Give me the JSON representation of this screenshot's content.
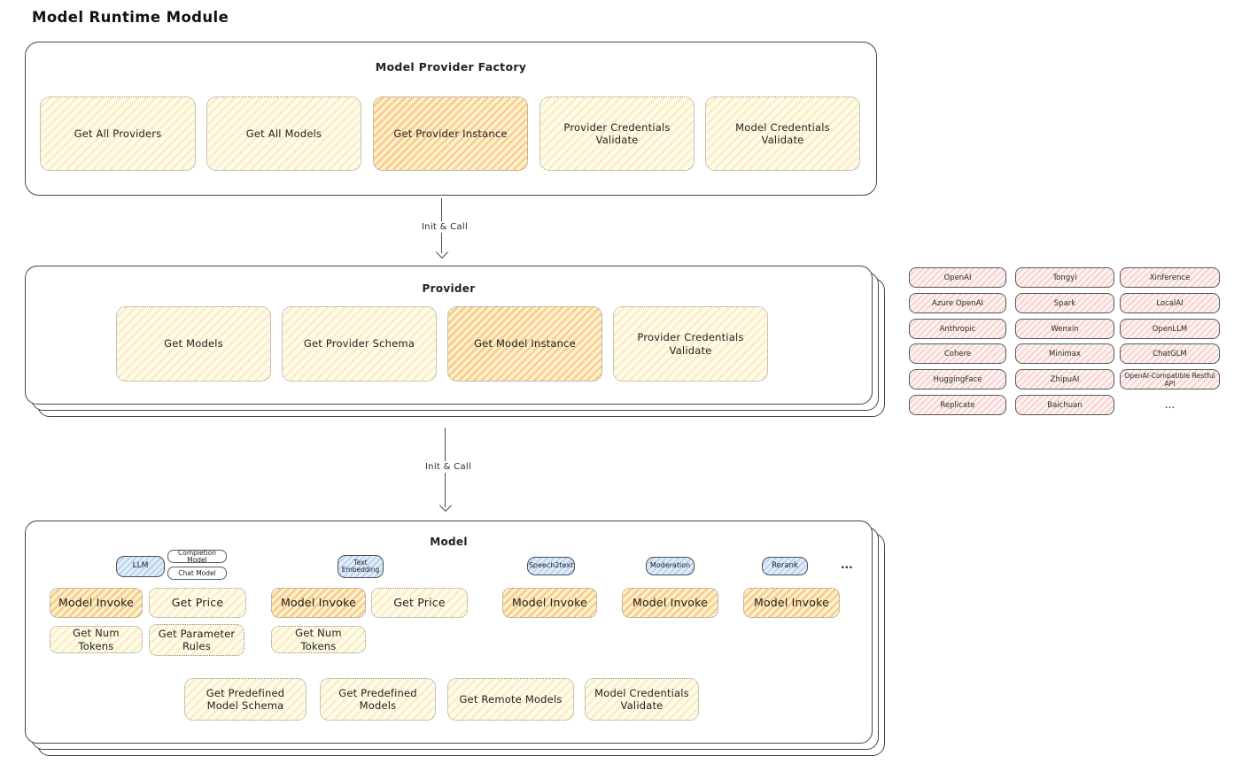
{
  "title": "Model Runtime Module",
  "colors": {
    "node_yellow": "#FFFBEC",
    "node_orange_highlight": "#FDF0D2",
    "provider_chip_pink": "#FDF2F0",
    "tab_blue": "#E1EDFA",
    "panel_border": "#43464A",
    "text": "#1E1E1E"
  },
  "factory": {
    "title": "Model Provider Factory",
    "buttons": [
      {
        "label": "Get All Providers",
        "highlighted": false
      },
      {
        "label": "Get All Models",
        "highlighted": false
      },
      {
        "label": "Get Provider Instance",
        "highlighted": true
      },
      {
        "label": "Provider Credentials Validate",
        "highlighted": false
      },
      {
        "label": "Model Credentials Validate",
        "highlighted": false
      }
    ]
  },
  "arrow1": {
    "label": "Init & Call"
  },
  "arrow2": {
    "label": "Init & Call"
  },
  "provider": {
    "title": "Provider",
    "buttons": [
      {
        "label": "Get Models",
        "highlighted": false
      },
      {
        "label": "Get Provider Schema",
        "highlighted": false
      },
      {
        "label": "Get Model Instance",
        "highlighted": true
      },
      {
        "label": "Provider Credentials Validate",
        "highlighted": false
      }
    ]
  },
  "provider_list": {
    "items": [
      "OpenAI",
      "Tongyi",
      "Xinference",
      "Azure OpenAI",
      "Spark",
      "LocalAI",
      "Anthropic",
      "Wenxin",
      "OpenLLM",
      "Cohere",
      "Minimax",
      "ChatGLM",
      "HuggingFace",
      "ZhipuAI",
      "OpenAI-Compatible Restful API",
      "Replicate",
      "Baichuan"
    ],
    "more": "..."
  },
  "model": {
    "title": "Model",
    "tabs": {
      "llm": "LLM",
      "completion": "Completion Model",
      "chat": "Chat Model",
      "text_embedding": "Text Embedding",
      "speech2text": "Speech2text",
      "moderation": "Moderation",
      "rerank": "Rerank",
      "more": "..."
    },
    "buttons": {
      "llm_model_invoke": "Model Invoke",
      "llm_get_price": "Get Price",
      "llm_get_num_tokens": "Get Num Tokens",
      "llm_get_parameter_rules": "Get Parameter Rules",
      "te_model_invoke": "Model Invoke",
      "te_get_price": "Get Price",
      "te_get_num_tokens": "Get Num Tokens",
      "s2t_model_invoke": "Model Invoke",
      "moderation_model_invoke": "Model Invoke",
      "rerank_model_invoke": "Model Invoke",
      "get_predefined_model_schema": "Get Predefined Model Schema",
      "get_predefined_models": "Get Predefined Models",
      "get_remote_models": "Get Remote Models",
      "model_credentials_validate": "Model Credentials Validate"
    }
  }
}
